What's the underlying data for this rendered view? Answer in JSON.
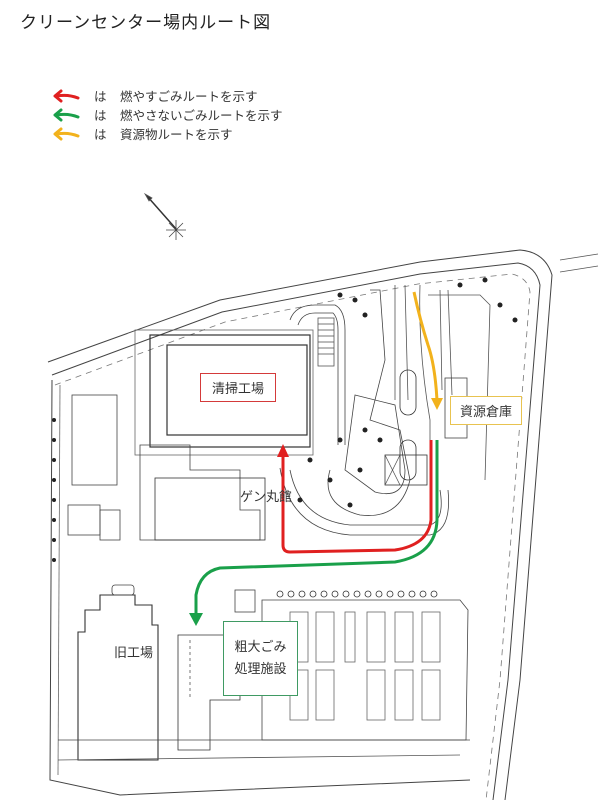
{
  "page": {
    "title": "クリーンセンター場内ルート図"
  },
  "legend": {
    "items": [
      {
        "color": "#e02020",
        "marker": "は",
        "text": "燃やすごみルートを示す",
        "icon": "arrow-left-icon"
      },
      {
        "color": "#1aa04a",
        "marker": "は",
        "text": "燃やさないごみルートを示す",
        "icon": "arrow-left-icon"
      },
      {
        "color": "#f2b21c",
        "marker": "は",
        "text": "資源物ルートを示す",
        "icon": "arrow-left-icon"
      }
    ]
  },
  "map": {
    "compass": "north-arrow-icon",
    "buildings": {
      "cleaning_plant": "清掃工場",
      "resource_warehouse": "資源倉庫",
      "genmaru_hall": "ゲン丸館",
      "old_plant": "旧工場",
      "bulky_waste_line1": "粗大ごみ",
      "bulky_waste_line2": "処理施設"
    },
    "colors": {
      "burnable": "#e02020",
      "non_burnable": "#1aa04a",
      "recyclable": "#f2b21c",
      "cleaning_plant_border": "#d43a3a",
      "warehouse_border": "#e8c350",
      "bulky_border": "#3f9a63"
    }
  }
}
